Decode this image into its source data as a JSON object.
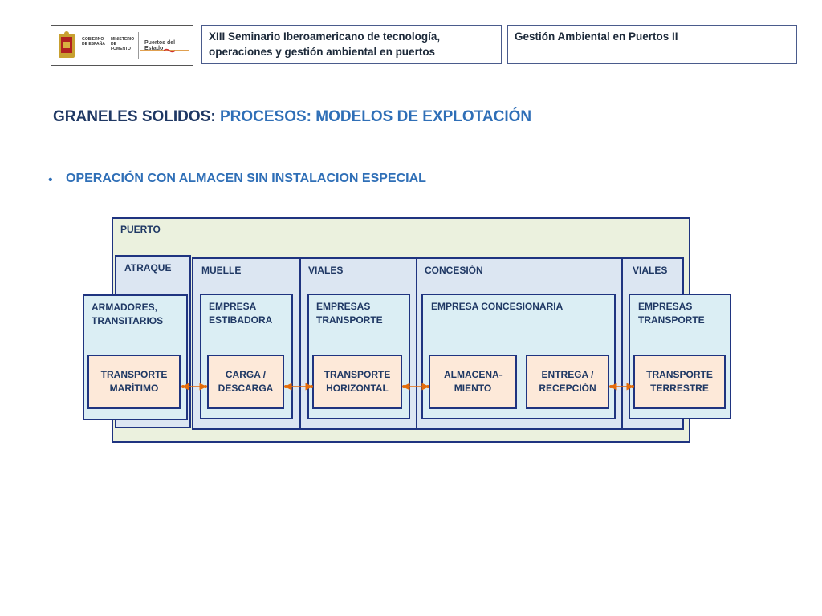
{
  "header": {
    "logo": {
      "gobierno": "GOBIERNO DE ESPAÑA",
      "ministerio": "MINISTERIO DE FOMENTO",
      "entity": "Puertos del Estado"
    },
    "seminar_line1": "XIII Seminario Iberoamericano de tecnología,",
    "seminar_line2": "operaciones y gestión ambiental en puertos",
    "course": "Gestión Ambiental en Puertos II"
  },
  "title": {
    "part1": "GRANELES SOLIDOS:",
    "part2": " PROCESOS: MODELOS DE EXPLOTACIÓN"
  },
  "bullet": "OPERACIÓN CON ALMACEN SIN INSTALACION ESPECIAL",
  "diagram": {
    "puerto": "PUERTO",
    "zones": {
      "atraque": "ATRAQUE",
      "muelle": "MUELLE",
      "viales1": "VIALES",
      "concesion": "CONCESIÓN",
      "viales2": "VIALES"
    },
    "actors": {
      "armadores": "ARMADORES, TRANSITARIOS",
      "estibadora": "EMPRESA ESTIBADORA",
      "transporte1": "EMPRESAS TRANSPORTE",
      "concesionaria": "EMPRESA CONCESIONARIA",
      "transporte2": "EMPRESAS TRANSPORTE"
    },
    "processes": {
      "maritimo": "TRANSPORTE MARÍTIMO",
      "carga": "CARGA / DESCARGA",
      "horizontal": "TRANSPORTE HORIZONTAL",
      "almacenamiento": "ALMACENA-MIENTO",
      "entrega": "ENTREGA / RECEPCIÓN",
      "terrestre": "TRANSPORTE TERRESTRE"
    },
    "colors": {
      "border": "#1f3480",
      "puerto_fill": "#ebf1de",
      "zone_fill": "#dce6f2",
      "actor_fill": "#dbeef4",
      "process_fill": "#fde9d9",
      "arrow": "#e46c0a"
    }
  }
}
